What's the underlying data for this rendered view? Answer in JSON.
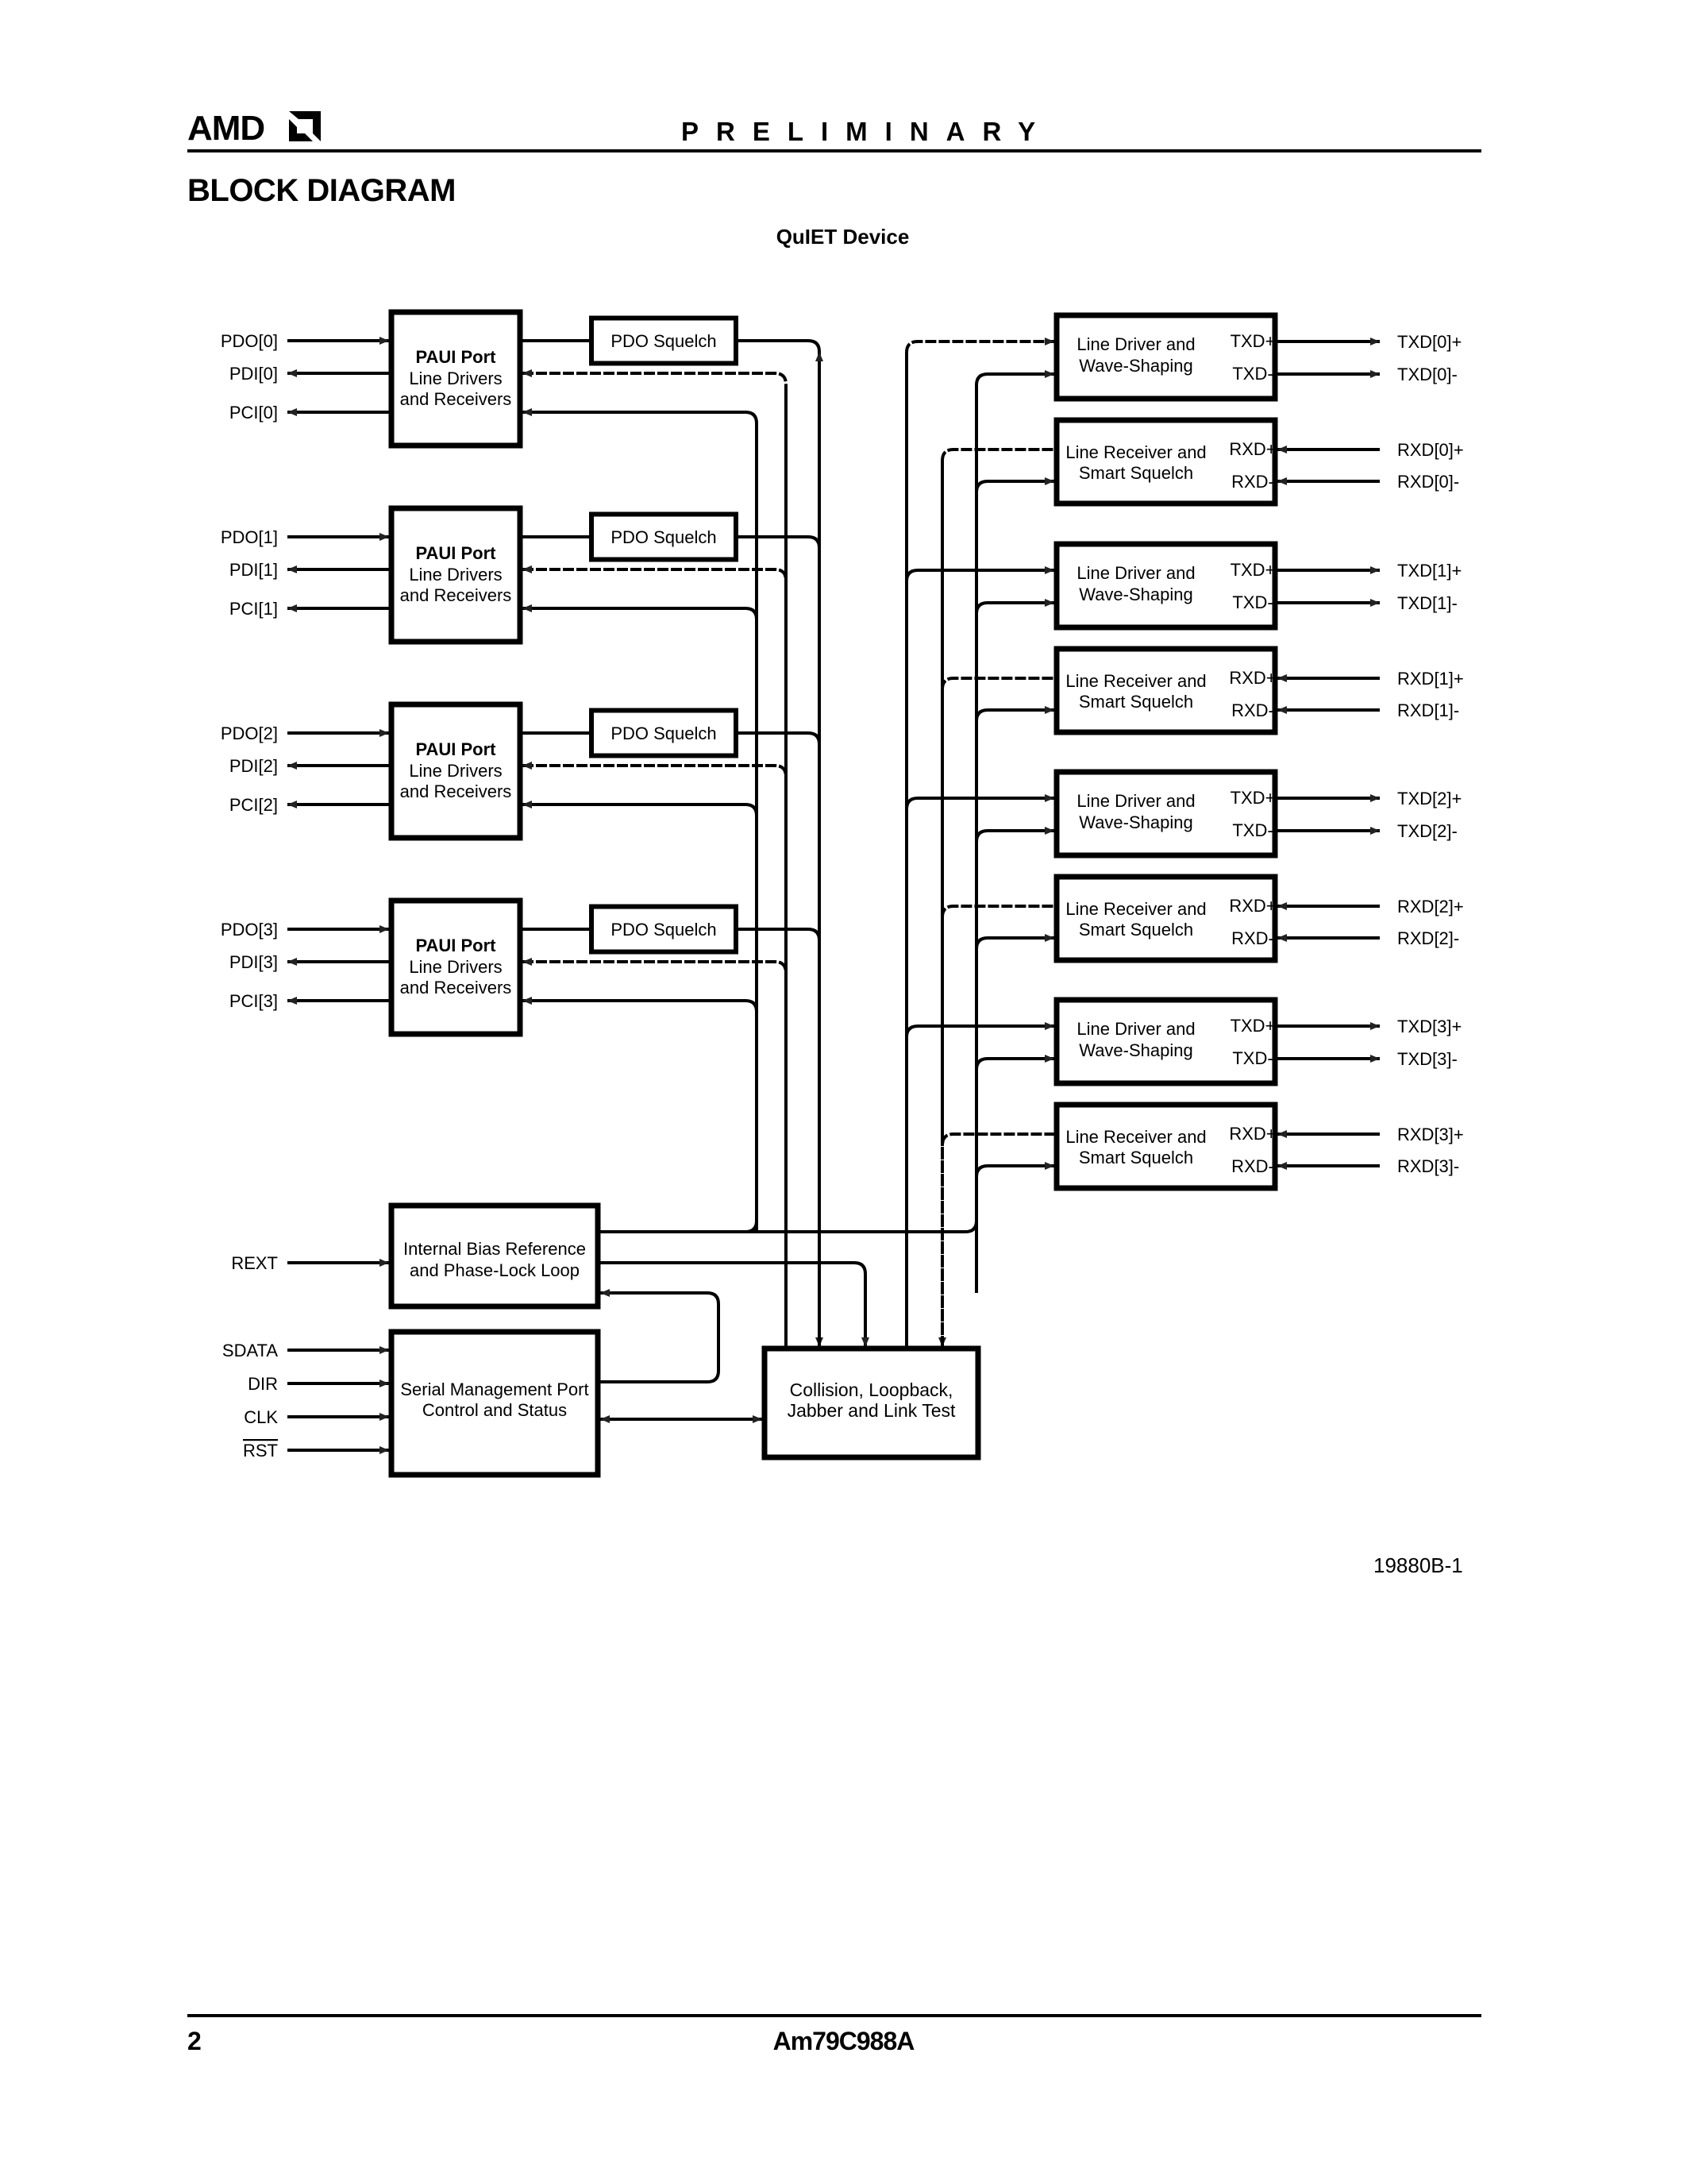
{
  "header": {
    "brand": "AMD",
    "status": "PRELIMINARY",
    "section_title": "BLOCK DIAGRAM"
  },
  "diagram": {
    "title": "QuIET Device",
    "figure_id": "19880B-1",
    "paui_ports": [
      {
        "title": "PAUI Port",
        "line1": "Line Drivers",
        "line2": "and Receivers",
        "inputs": {
          "pdo": "PDO[0]",
          "pdi": "PDI[0]",
          "pci": "PCI[0]"
        },
        "squelch": "PDO Squelch"
      },
      {
        "title": "PAUI Port",
        "line1": "Line Drivers",
        "line2": "and Receivers",
        "inputs": {
          "pdo": "PDO[1]",
          "pdi": "PDI[1]",
          "pci": "PCI[1]"
        },
        "squelch": "PDO Squelch"
      },
      {
        "title": "PAUI Port",
        "line1": "Line Drivers",
        "line2": "and Receivers",
        "inputs": {
          "pdo": "PDO[2]",
          "pdi": "PDI[2]",
          "pci": "PCI[2]"
        },
        "squelch": "PDO Squelch"
      },
      {
        "title": "PAUI Port",
        "line1": "Line Drivers",
        "line2": "and Receivers",
        "inputs": {
          "pdo": "PDO[3]",
          "pdi": "PDI[3]",
          "pci": "PCI[3]"
        },
        "squelch": "PDO Squelch"
      }
    ],
    "line_drivers": [
      {
        "line1": "Line Driver and",
        "line2": "Wave-Shaping",
        "pin_plus": "TXD+",
        "pin_minus": "TXD-",
        "out_plus": "TXD[0]+",
        "out_minus": "TXD[0]-"
      },
      {
        "line1": "Line Driver and",
        "line2": "Wave-Shaping",
        "pin_plus": "TXD+",
        "pin_minus": "TXD-",
        "out_plus": "TXD[1]+",
        "out_minus": "TXD[1]-"
      },
      {
        "line1": "Line Driver and",
        "line2": "Wave-Shaping",
        "pin_plus": "TXD+",
        "pin_minus": "TXD-",
        "out_plus": "TXD[2]+",
        "out_minus": "TXD[2]-"
      },
      {
        "line1": "Line Driver and",
        "line2": "Wave-Shaping",
        "pin_plus": "TXD+",
        "pin_minus": "TXD-",
        "out_plus": "TXD[3]+",
        "out_minus": "TXD[3]-"
      }
    ],
    "line_receivers": [
      {
        "line1": "Line Receiver and",
        "line2": "Smart Squelch",
        "pin_plus": "RXD+",
        "pin_minus": "RXD-",
        "in_plus": "RXD[0]+",
        "in_minus": "RXD[0]-"
      },
      {
        "line1": "Line Receiver and",
        "line2": "Smart Squelch",
        "pin_plus": "RXD+",
        "pin_minus": "RXD-",
        "in_plus": "RXD[1]+",
        "in_minus": "RXD[1]-"
      },
      {
        "line1": "Line Receiver and",
        "line2": "Smart Squelch",
        "pin_plus": "RXD+",
        "pin_minus": "RXD-",
        "in_plus": "RXD[2]+",
        "in_minus": "RXD[2]-"
      },
      {
        "line1": "Line Receiver and",
        "line2": "Smart Squelch",
        "pin_plus": "RXD+",
        "pin_minus": "RXD-",
        "in_plus": "RXD[3]+",
        "in_minus": "RXD[3]-"
      }
    ],
    "bias_block": {
      "line1": "Internal Bias Reference",
      "line2": "and Phase-Lock Loop",
      "input": "REXT"
    },
    "serial_block": {
      "line1": "Serial Management Port",
      "line2": "Control and Status",
      "inputs": [
        "SDATA",
        "DIR",
        "CLK",
        "RST"
      ],
      "overbar_input": "RST"
    },
    "collision_block": {
      "line1": "Collision, Loopback,",
      "line2": "Jabber and Link Test"
    }
  },
  "footer": {
    "page_number": "2",
    "part_number": "Am79C988A"
  }
}
